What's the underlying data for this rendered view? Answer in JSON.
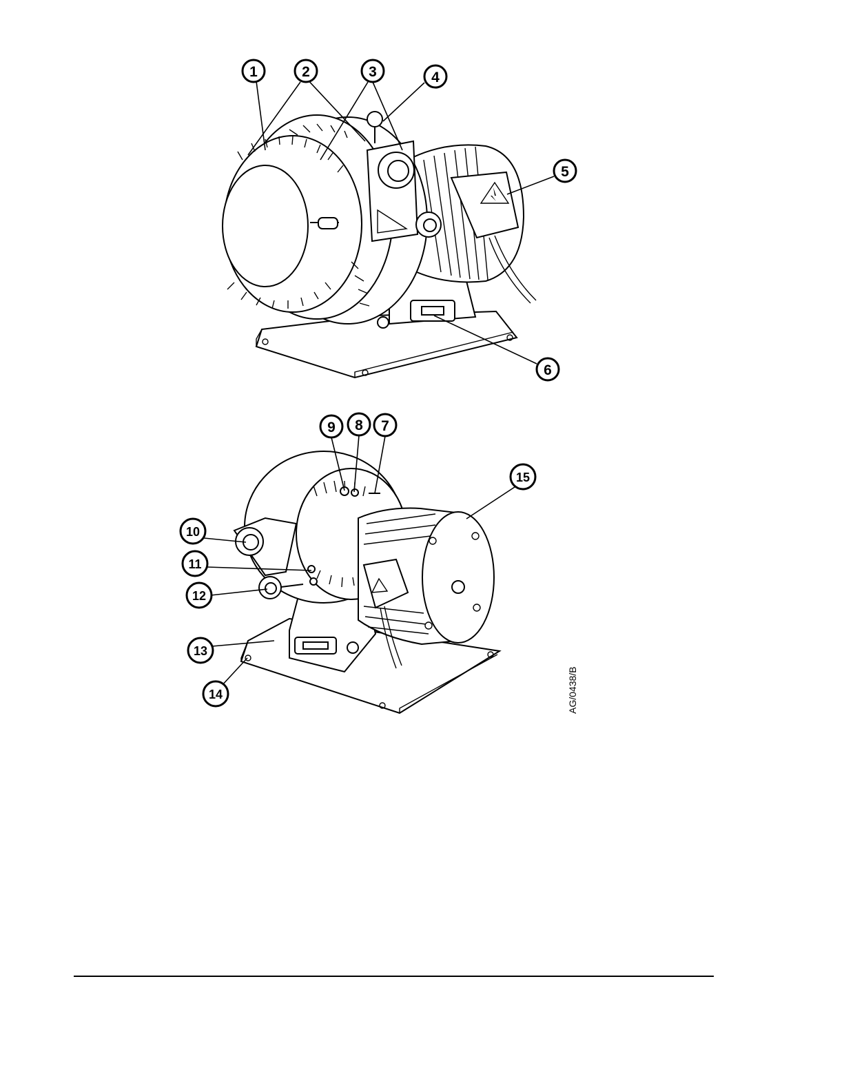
{
  "figure": {
    "reference_code": "AG/0438/B"
  },
  "callouts": [
    {
      "id": "c1",
      "label": "1"
    },
    {
      "id": "c2",
      "label": "2"
    },
    {
      "id": "c3",
      "label": "3"
    },
    {
      "id": "c4",
      "label": "4"
    },
    {
      "id": "c5",
      "label": "5"
    },
    {
      "id": "c6",
      "label": "6"
    },
    {
      "id": "c7",
      "label": "7"
    },
    {
      "id": "c8",
      "label": "8"
    },
    {
      "id": "c9",
      "label": "9"
    },
    {
      "id": "c10",
      "label": "10"
    },
    {
      "id": "c11",
      "label": "11"
    },
    {
      "id": "c12",
      "label": "12"
    },
    {
      "id": "c13",
      "label": "13"
    },
    {
      "id": "c14",
      "label": "14"
    },
    {
      "id": "c15",
      "label": "15"
    }
  ],
  "colors": {
    "ink": "#000000",
    "paper": "#ffffff"
  }
}
